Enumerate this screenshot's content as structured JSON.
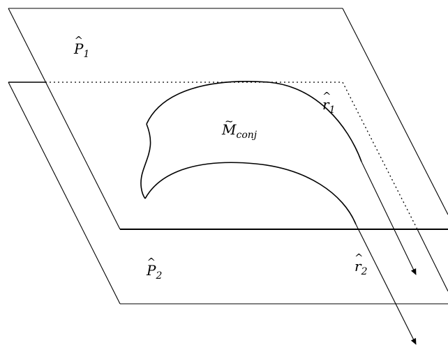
{
  "labels": {
    "plane_top": {
      "base": "P",
      "accent": "^",
      "sub": "1"
    },
    "plane_bottom": {
      "base": "P",
      "accent": "^",
      "sub": "2"
    },
    "manifold": {
      "base": "M",
      "accent": "~",
      "sub": "conj"
    },
    "ray_top": {
      "base": "r",
      "accent": "^",
      "sub": "1"
    },
    "ray_bottom": {
      "base": "r",
      "accent": "^",
      "sub": "2"
    }
  }
}
